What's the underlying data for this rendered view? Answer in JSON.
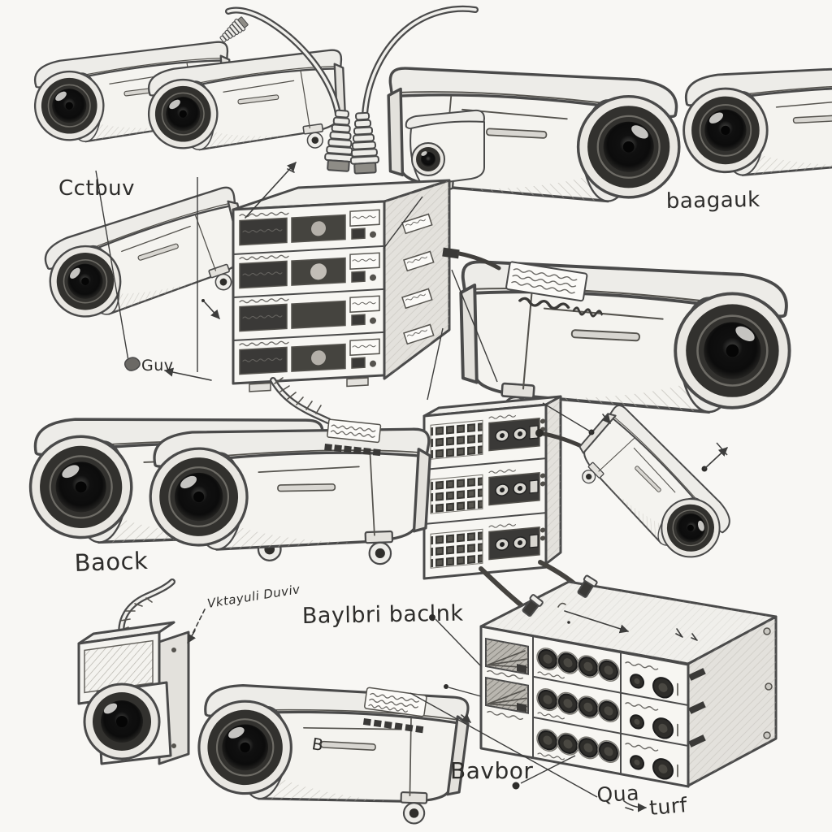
{
  "labels": {
    "top_left": "Cctbuv",
    "top_right": "baagauk",
    "mid_left": "Guv",
    "left_cameras": "Baock",
    "box_camera": "Vktayuli Duviv",
    "center_note": "Baylbri baclnk",
    "recorder": "Bavbor",
    "recorder_alt_left": "Qua",
    "recorder_alt_right": "turf",
    "camera_body_mark": "B"
  },
  "palette": {
    "paper": "#f8f7f4",
    "ink": "#4a4a4a",
    "ink_dark": "#2e2d2b",
    "body": "#f4f3ef",
    "shade": "#e3e1dc",
    "lens": "#111111"
  }
}
